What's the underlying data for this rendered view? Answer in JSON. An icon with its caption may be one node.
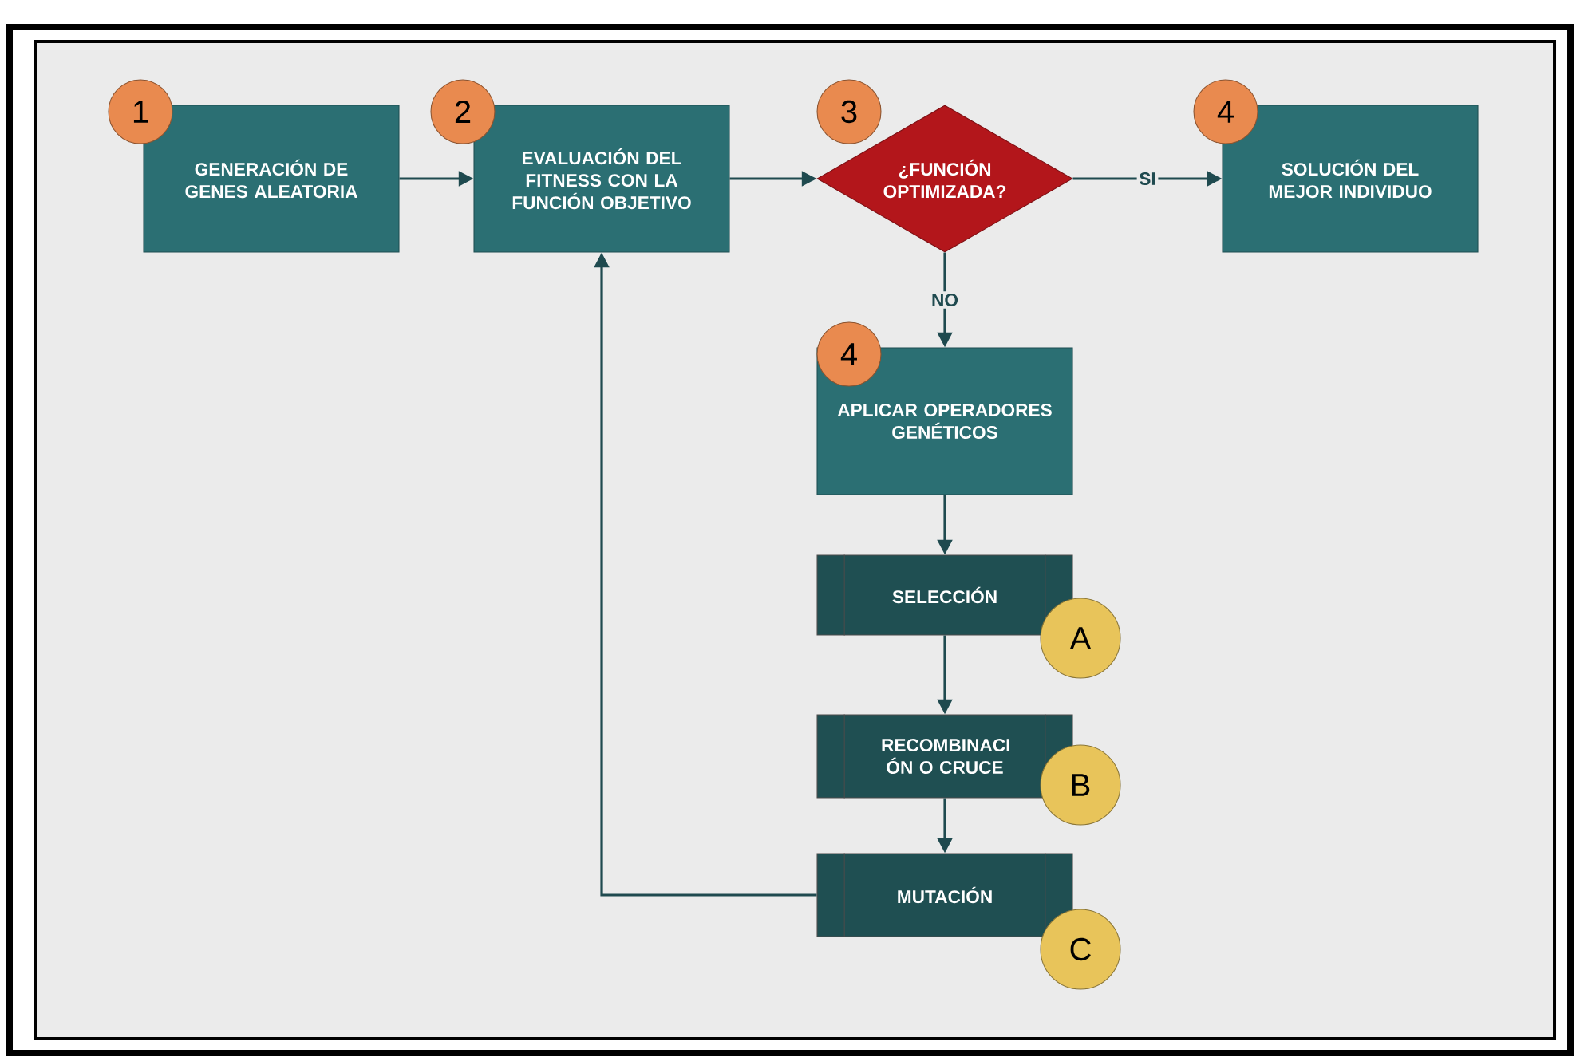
{
  "diagram": {
    "nodes": [
      {
        "text": [
          "1"
        ]
      },
      {
        "text": [
          "GENERACIÓN DE GENES ALEATORIA"
        ]
      },
      {
        "text": [
          "2"
        ]
      },
      {
        "text": [
          "EVALUACIÓN DEL FITNESS CON LA FUNCIÓN OBJETIVO"
        ]
      },
      {
        "text": [
          "3"
        ]
      },
      {
        "text": [
          "¿FUNCIÓN OPTIMIZADA?"
        ]
      },
      {
        "text": [
          "4"
        ]
      },
      {
        "text": [
          "SOLUCIÓN DEL MEJOR INDIVIDUO"
        ]
      },
      {
        "text": [
          "4"
        ]
      },
      {
        "text": [
          "APLICAR OPERADORES GENÉTICOS"
        ]
      },
      {
        "text": [
          "SELECCIÓN"
        ]
      },
      {
        "text": [
          "A"
        ]
      },
      {
        "text": [
          "RECOMBINACI ÓN O CRUCE"
        ]
      },
      {
        "text": [
          "B"
        ]
      },
      {
        "text": [
          "MUTACIÓN"
        ]
      },
      {
        "text": [
          "C"
        ]
      }
    ],
    "edges": [
      {
        "from": 1,
        "to": 3,
        "arrow": "to"
      },
      {
        "from": 3,
        "to": 5,
        "arrow": "to"
      },
      {
        "from": 5,
        "to": 7,
        "arrow": "to",
        "label": "SI"
      },
      {
        "from": 5,
        "to": 9,
        "arrow": "to",
        "label": "NO"
      },
      {
        "from": 9,
        "to": 10,
        "arrow": "to"
      },
      {
        "from": 10,
        "to": 12,
        "arrow": "to"
      },
      {
        "from": 12,
        "to": 14,
        "arrow": "to"
      },
      {
        "from": 14,
        "to": 3,
        "arrow": "to"
      }
    ]
  }
}
